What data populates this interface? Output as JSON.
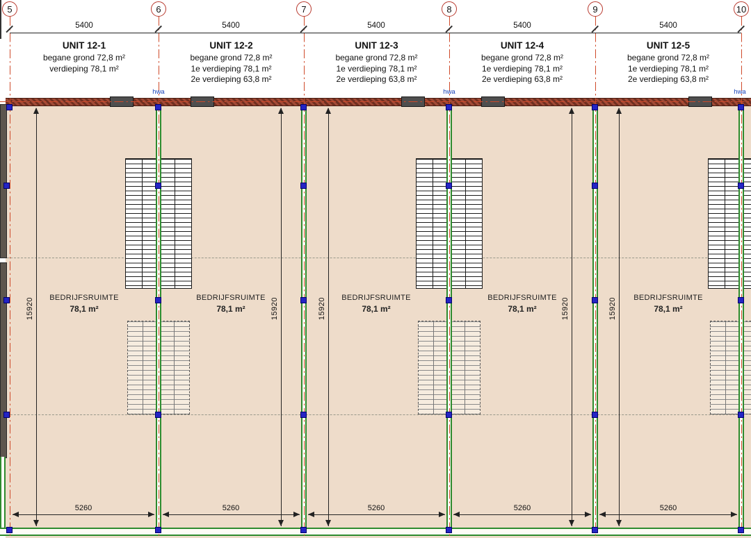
{
  "grid": {
    "bubbles": [
      "5",
      "6",
      "7",
      "8",
      "9",
      "10"
    ],
    "spacings": [
      "5400",
      "5400",
      "5400",
      "5400",
      "5400"
    ]
  },
  "units": [
    {
      "name": "UNIT 12-1",
      "line1": "begane grond 72,8 m²",
      "line2": "verdieping 78,1 m²",
      "room": "BEDRIJFSRUIMTE",
      "area": "78,1 m²",
      "height_dim": "15920",
      "width_dim": "5260"
    },
    {
      "name": "UNIT 12-2",
      "line1": "begane grond 72,8 m²",
      "line2": "1e verdieping 78,1 m²",
      "line3": "2e verdieping 63,8 m²",
      "room": "BEDRIJFSRUIMTE",
      "area": "78,1 m²",
      "height_dim": "15920",
      "width_dim": "5260"
    },
    {
      "name": "UNIT 12-3",
      "line1": "begane grond 72,8 m²",
      "line2": "1e verdieping 78,1 m²",
      "line3": "2e verdieping 63,8 m²",
      "room": "BEDRIJFSRUIMTE",
      "area": "78,1 m²",
      "height_dim": "15920",
      "width_dim": "5260"
    },
    {
      "name": "UNIT 12-4",
      "line1": "begane grond 72,8 m²",
      "line2": "1e verdieping 78,1 m²",
      "line3": "2e verdieping 63,8 m²",
      "room": "BEDRIJFSRUIMTE",
      "area": "78,1 m²",
      "height_dim": "15920",
      "width_dim": "5260"
    },
    {
      "name": "UNIT 12-5",
      "line1": "begane grond 72,8 m²",
      "line2": "1e verdieping 78,1 m²",
      "line3": "2e verdieping 63,8 m²",
      "room": "BEDRIJFSRUIMTE",
      "area": "78,1 m²",
      "height_dim": "15920",
      "width_dim": "5260"
    }
  ],
  "labels": {
    "hwa": "hwa"
  },
  "colors": {
    "floor": "#eedcca",
    "wall_green": "#2e8b2e",
    "centerline_red": "#cf4a2a",
    "column_blue": "#2424c4",
    "grid_bubble_red": "#b8392e"
  }
}
